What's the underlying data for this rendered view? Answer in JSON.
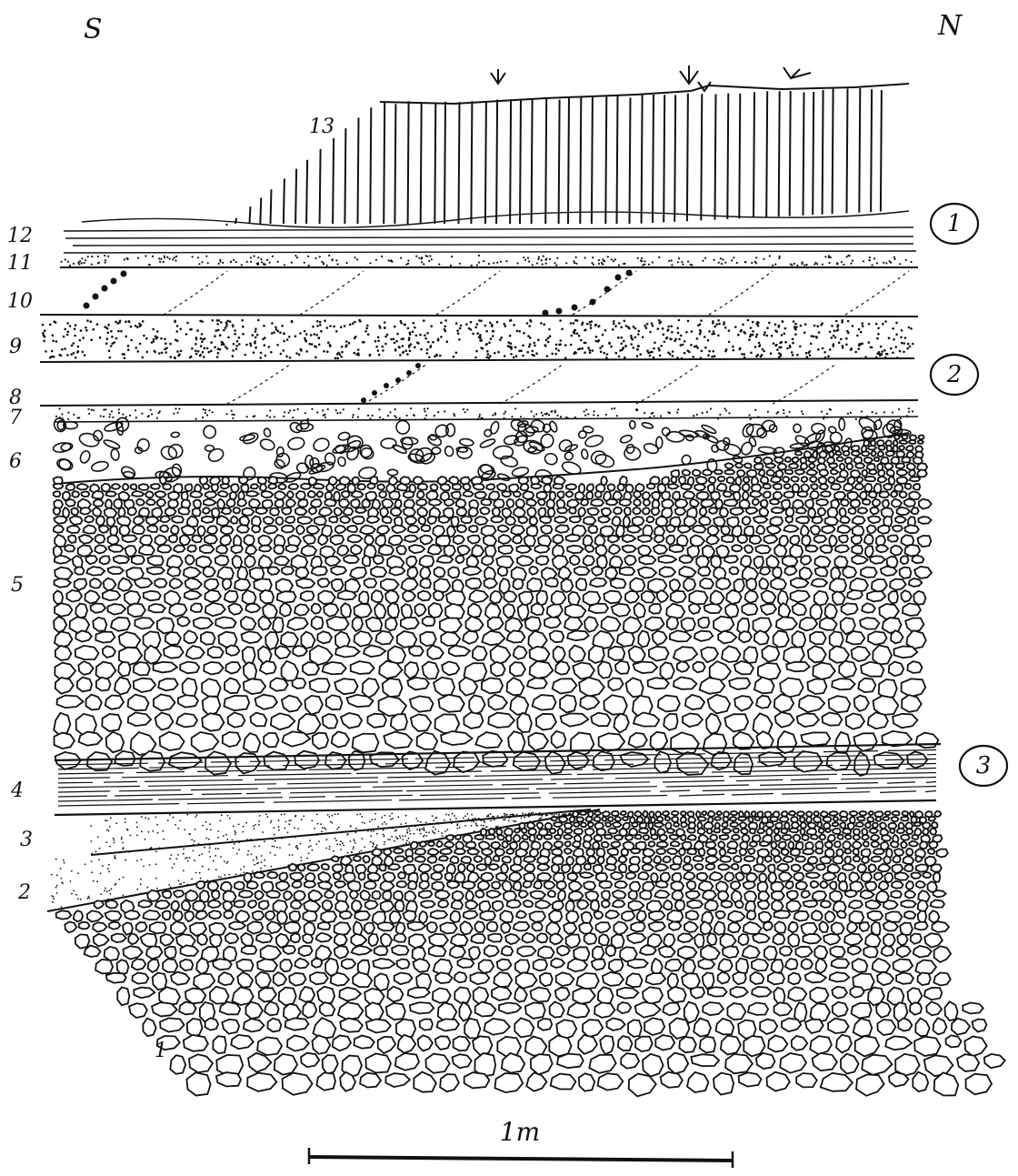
{
  "directions": {
    "left": "S",
    "right": "N"
  },
  "layer_labels": [
    "1",
    "2",
    "3",
    "4",
    "5",
    "6",
    "7",
    "8",
    "9",
    "10",
    "11",
    "12",
    "13"
  ],
  "circled_markers": [
    "1",
    "2",
    "3"
  ],
  "scale_bar": {
    "label": "1m"
  },
  "colors": {
    "ink": "#111111",
    "paper": "#ffffff"
  }
}
